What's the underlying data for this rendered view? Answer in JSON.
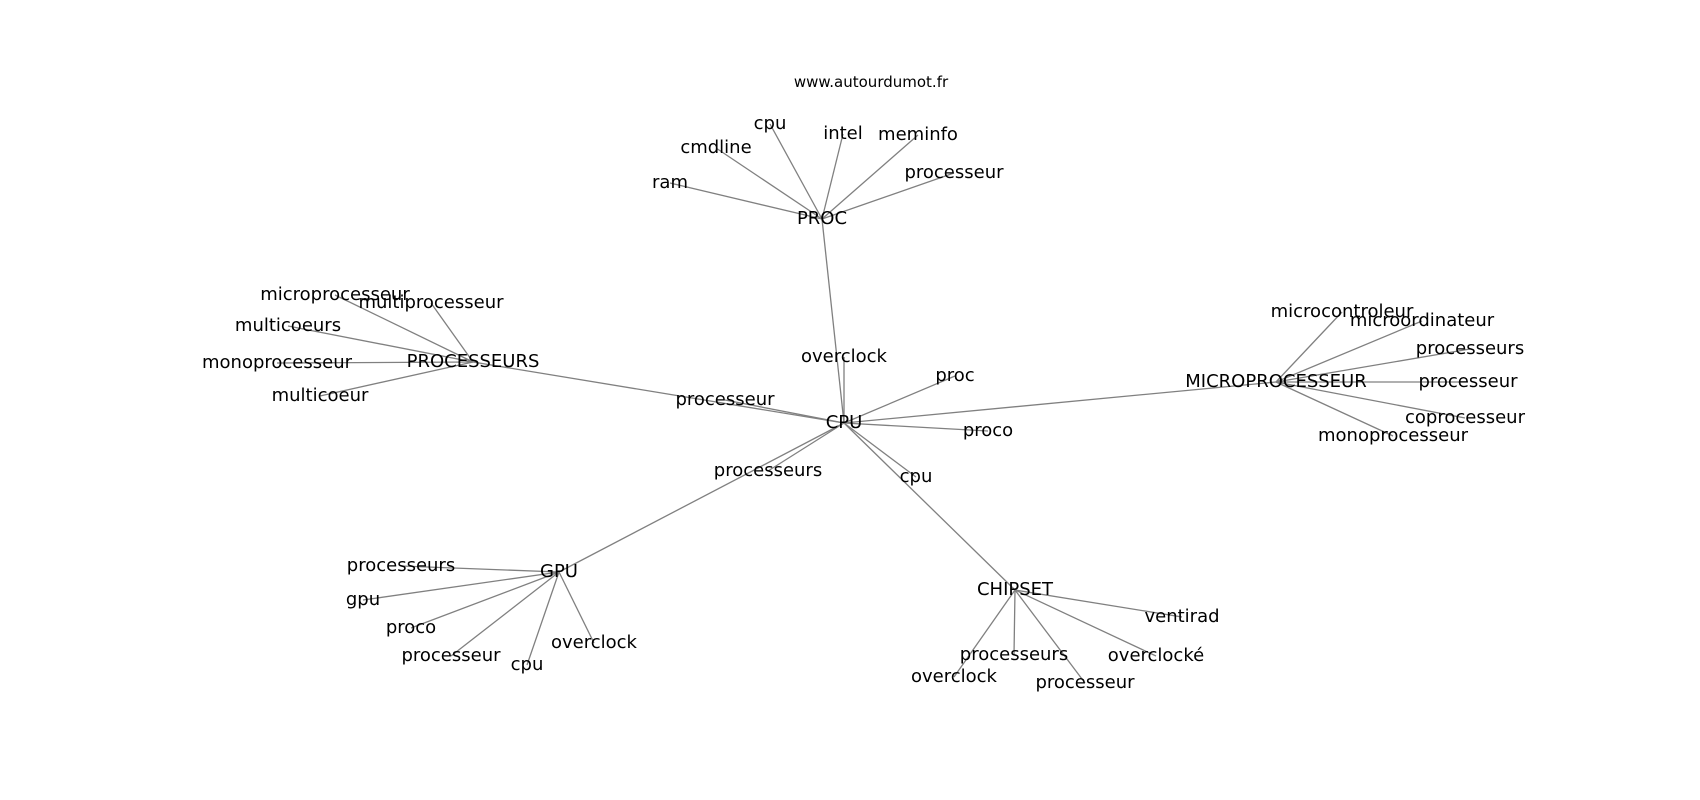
{
  "credit": "www.autourdumot.fr",
  "colors": {
    "edge": "#808080",
    "text": "#000000",
    "background": "#ffffff"
  },
  "graph": {
    "center": {
      "id": "cpu_center",
      "label": "CPU"
    },
    "hubs": [
      {
        "id": "proc",
        "label": "PROC",
        "leaves": [
          "ram",
          "cmdline",
          "cpu",
          "intel",
          "meminfo",
          "processeur"
        ]
      },
      {
        "id": "processeurs_hub",
        "label": "PROCESSEURS",
        "leaves": [
          "microprocesseur",
          "multiprocesseur",
          "multicoeurs",
          "monoprocesseur",
          "multicoeur"
        ]
      },
      {
        "id": "microprocesseur_hub",
        "label": "MICROPROCESSEUR",
        "leaves": [
          "microcontroleur",
          "microordinateur",
          "processeurs",
          "processeur",
          "coprocesseur",
          "monoprocesseur"
        ]
      },
      {
        "id": "gpu",
        "label": "GPU",
        "leaves": [
          "processeurs",
          "gpu",
          "proco",
          "processeur",
          "cpu",
          "overclock"
        ]
      },
      {
        "id": "chipset",
        "label": "CHIPSET",
        "leaves": [
          "ventirad",
          "overclocké",
          "processeur",
          "processeurs",
          "overclock"
        ]
      }
    ],
    "center_leaves": [
      "overclock",
      "proc",
      "processeur",
      "proco",
      "processeurs",
      "cpu"
    ]
  }
}
